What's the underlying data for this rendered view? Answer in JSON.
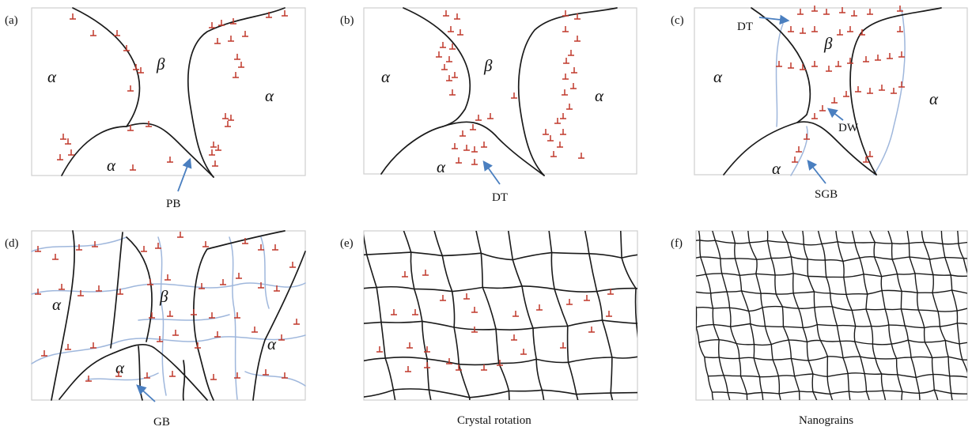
{
  "panels": [
    {
      "id": "a",
      "label": "(a)",
      "phases": [
        "α",
        "β",
        "α",
        "α"
      ],
      "annotation": "PB"
    },
    {
      "id": "b",
      "label": "(b)",
      "phases": [
        "α",
        "β",
        "α",
        "α"
      ],
      "annotation": "DT"
    },
    {
      "id": "c",
      "label": "(c)",
      "phases": [
        "α",
        "β",
        "α",
        "α"
      ],
      "annotations": [
        "DT",
        "DW",
        "SGB"
      ]
    },
    {
      "id": "d",
      "label": "(d)",
      "phases": [
        "α",
        "β",
        "α",
        "α"
      ],
      "annotation": "GB"
    },
    {
      "id": "e",
      "label": "(e)",
      "caption": "Crystal rotation"
    },
    {
      "id": "f",
      "label": "(f)",
      "caption": "Nanograins"
    }
  ],
  "colors": {
    "dislocation": "#c0392b",
    "boundary": "#1a1a1a",
    "subgrain_boundary": "#9fb7dc",
    "arrow": "#4a7fc0",
    "frame": "#cfcfcf"
  },
  "symbols": {
    "dislocation": "dislocation-t-icon",
    "pointer": "arrow-icon"
  }
}
